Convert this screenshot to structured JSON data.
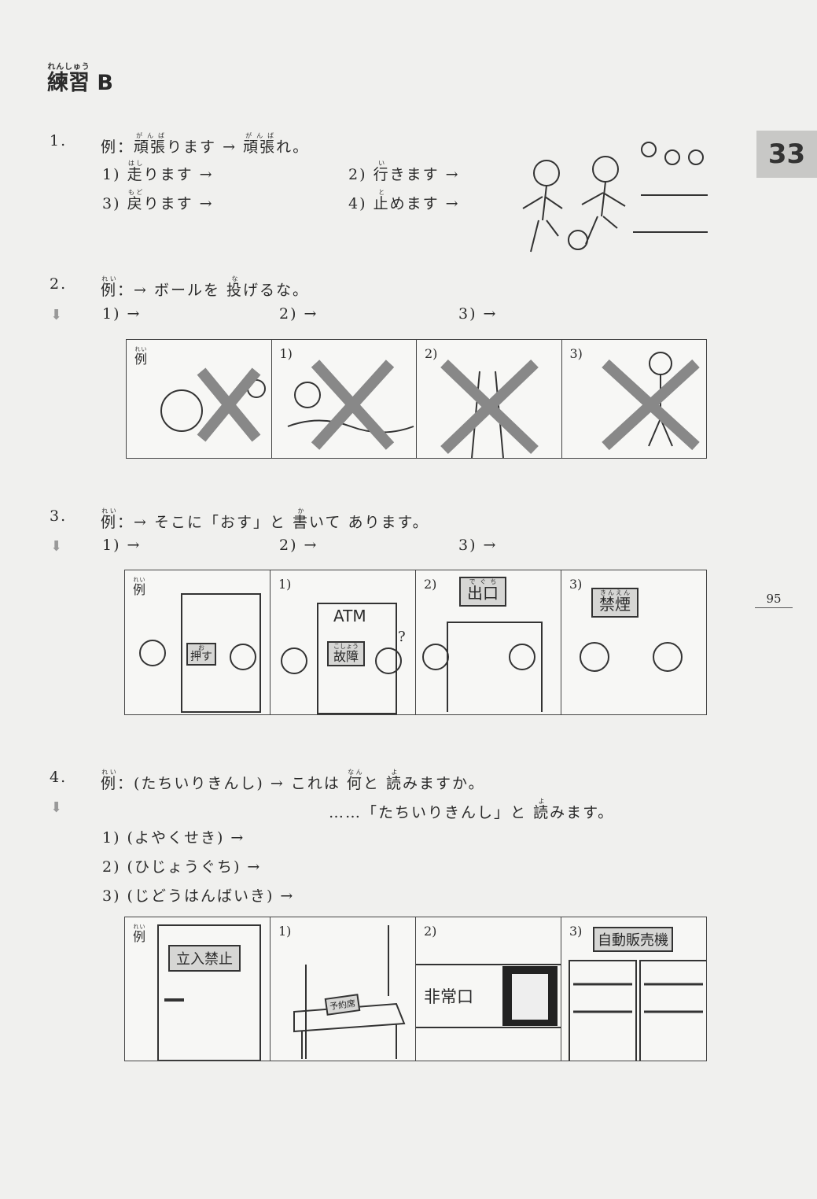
{
  "header": {
    "title": "練習",
    "title_ruby": "れんしゅう",
    "title_suffix": "B",
    "lesson_tab": "33",
    "page_number": "95"
  },
  "ex1": {
    "num": "1.",
    "example": {
      "label": "例：",
      "k1": "頑張",
      "r1": "がんば",
      "s1": "ります",
      "arrow": "→",
      "k2": "頑張",
      "r2": "がんば",
      "s2": "れ。"
    },
    "items": [
      {
        "n": "1)",
        "k": "走",
        "r": "はし",
        "s": "ります →"
      },
      {
        "n": "2)",
        "k": "行",
        "r": "い",
        "s": "きます →"
      },
      {
        "n": "3)",
        "k": "戻",
        "r": "もど",
        "s": "ります →"
      },
      {
        "n": "4)",
        "k": "止",
        "r": "と",
        "s": "めます →"
      }
    ]
  },
  "ex2": {
    "num": "2.",
    "example": {
      "k": "例",
      "r": "れい",
      "s": "：→ ボールを",
      "k2": "投",
      "r2": "な",
      "s2": "げるな。"
    },
    "items": [
      "1) →",
      "2) →",
      "3) →"
    ],
    "panels": [
      {
        "k": "例",
        "r": "れい"
      },
      {
        "label": "1)"
      },
      {
        "label": "2)"
      },
      {
        "label": "3)"
      }
    ]
  },
  "ex3": {
    "num": "3.",
    "example": {
      "k": "例",
      "r": "れい",
      "s": "：→ そこに「おす」と",
      "k2": "書",
      "r2": "か",
      "s2": "いて あります。"
    },
    "items": [
      "1) →",
      "2) →",
      "3) →"
    ],
    "panels": [
      {
        "k": "例",
        "r": "れい",
        "sign_k": "押す",
        "sign_r": "お"
      },
      {
        "label": "1)",
        "sign_top": "ATM",
        "sign_k": "故障",
        "sign_r": "こしょう",
        "mark": "?"
      },
      {
        "label": "2)",
        "sign_k": "出口",
        "sign_r": "でぐち"
      },
      {
        "label": "3)",
        "sign_k": "禁煙",
        "sign_r": "きんえん"
      }
    ]
  },
  "ex4": {
    "num": "4.",
    "example": {
      "k": "例",
      "r": "れい",
      "s": "：(たちいりきんし) → これは",
      "k2": "何",
      "r2": "なん",
      "s2": "と",
      "k3": "読",
      "r3": "よ",
      "s3": "みますか。"
    },
    "answer": {
      "s": "……「たちいりきんし」と",
      "k": "読",
      "r": "よ",
      "s2": "みます。"
    },
    "items": [
      "1) (よやくせき) →",
      "2) (ひじょうぐち) →",
      "3) (じどうはんばいき) →"
    ],
    "panels": [
      {
        "k": "例",
        "r": "れい",
        "sign": "立入禁止"
      },
      {
        "label": "1)",
        "sign": "予約席"
      },
      {
        "label": "2)",
        "sign": "非常口"
      },
      {
        "label": "3)",
        "sign": "自動販売機"
      }
    ]
  }
}
